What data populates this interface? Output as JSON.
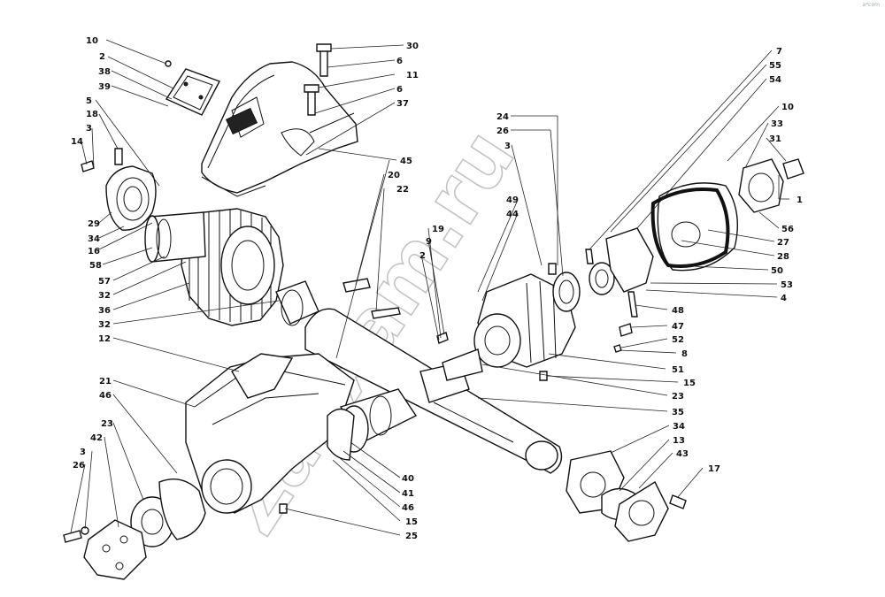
{
  "watermark": "Zapxam.ru",
  "corner_mark": "a*com",
  "callouts": [
    {
      "id": "l-10a",
      "text": "10"
    },
    {
      "id": "l-2a",
      "text": "2"
    },
    {
      "id": "l-38",
      "text": "38"
    },
    {
      "id": "l-39",
      "text": "39"
    },
    {
      "id": "l-5",
      "text": "5"
    },
    {
      "id": "l-18",
      "text": "18"
    },
    {
      "id": "l-3a",
      "text": "3"
    },
    {
      "id": "l-14",
      "text": "14"
    },
    {
      "id": "l-29",
      "text": "29"
    },
    {
      "id": "l-34a",
      "text": "34"
    },
    {
      "id": "l-16",
      "text": "16"
    },
    {
      "id": "l-58",
      "text": "58"
    },
    {
      "id": "l-57",
      "text": "57"
    },
    {
      "id": "l-32a",
      "text": "32"
    },
    {
      "id": "l-36",
      "text": "36"
    },
    {
      "id": "l-32b",
      "text": "32"
    },
    {
      "id": "l-12",
      "text": "12"
    },
    {
      "id": "l-21",
      "text": "21"
    },
    {
      "id": "l-46a",
      "text": "46"
    },
    {
      "id": "l-23a",
      "text": "23"
    },
    {
      "id": "l-42",
      "text": "42"
    },
    {
      "id": "l-3b",
      "text": "3"
    },
    {
      "id": "l-26a",
      "text": "26"
    },
    {
      "id": "l-30",
      "text": "30"
    },
    {
      "id": "l-6a",
      "text": "6"
    },
    {
      "id": "l-11",
      "text": "11"
    },
    {
      "id": "l-6b",
      "text": "6"
    },
    {
      "id": "l-37",
      "text": "37"
    },
    {
      "id": "l-45",
      "text": "45"
    },
    {
      "id": "l-20",
      "text": "20"
    },
    {
      "id": "l-22",
      "text": "22"
    },
    {
      "id": "l-19",
      "text": "19"
    },
    {
      "id": "l-9",
      "text": "9"
    },
    {
      "id": "l-2b",
      "text": "2"
    },
    {
      "id": "l-49",
      "text": "49"
    },
    {
      "id": "l-44",
      "text": "44"
    },
    {
      "id": "l-24",
      "text": "24"
    },
    {
      "id": "l-26b",
      "text": "26"
    },
    {
      "id": "l-3c",
      "text": "3"
    },
    {
      "id": "l-7",
      "text": "7"
    },
    {
      "id": "l-55",
      "text": "55"
    },
    {
      "id": "l-54",
      "text": "54"
    },
    {
      "id": "l-10b",
      "text": "10"
    },
    {
      "id": "l-33",
      "text": "33"
    },
    {
      "id": "l-31",
      "text": "31"
    },
    {
      "id": "l-1",
      "text": "1"
    },
    {
      "id": "l-56",
      "text": "56"
    },
    {
      "id": "l-27",
      "text": "27"
    },
    {
      "id": "l-28",
      "text": "28"
    },
    {
      "id": "l-50",
      "text": "50"
    },
    {
      "id": "l-53",
      "text": "53"
    },
    {
      "id": "l-4",
      "text": "4"
    },
    {
      "id": "l-48",
      "text": "48"
    },
    {
      "id": "l-47",
      "text": "47"
    },
    {
      "id": "l-52",
      "text": "52"
    },
    {
      "id": "l-8",
      "text": "8"
    },
    {
      "id": "l-51",
      "text": "51"
    },
    {
      "id": "l-15a",
      "text": "15"
    },
    {
      "id": "l-23b",
      "text": "23"
    },
    {
      "id": "l-35",
      "text": "35"
    },
    {
      "id": "l-34b",
      "text": "34"
    },
    {
      "id": "l-13",
      "text": "13"
    },
    {
      "id": "l-43",
      "text": "43"
    },
    {
      "id": "l-17",
      "text": "17"
    },
    {
      "id": "l-40",
      "text": "40"
    },
    {
      "id": "l-41",
      "text": "41"
    },
    {
      "id": "l-46b",
      "text": "46"
    },
    {
      "id": "l-15b",
      "text": "15"
    },
    {
      "id": "l-25",
      "text": "25"
    }
  ]
}
